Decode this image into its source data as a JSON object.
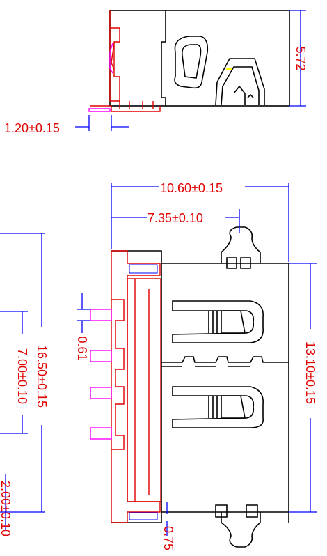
{
  "colors": {
    "outline": "#000000",
    "dimension_text": "#e00000",
    "dimension_line": "#0000ff",
    "pads": "#ff00ff",
    "accent": "#ffff00"
  },
  "dimensions": {
    "side_thickness": "1.20±0.15",
    "side_height": "5.72",
    "overall_depth": "10.60±0.15",
    "post_offset": "7.35±0.10",
    "width": "13.10±0.15",
    "pad_pitch": "0.61",
    "post_width": "0.75",
    "overall_span": "16.50±0.15",
    "pad_span": "7.00±0.10",
    "pin_pitch": "2.00±0.10"
  }
}
